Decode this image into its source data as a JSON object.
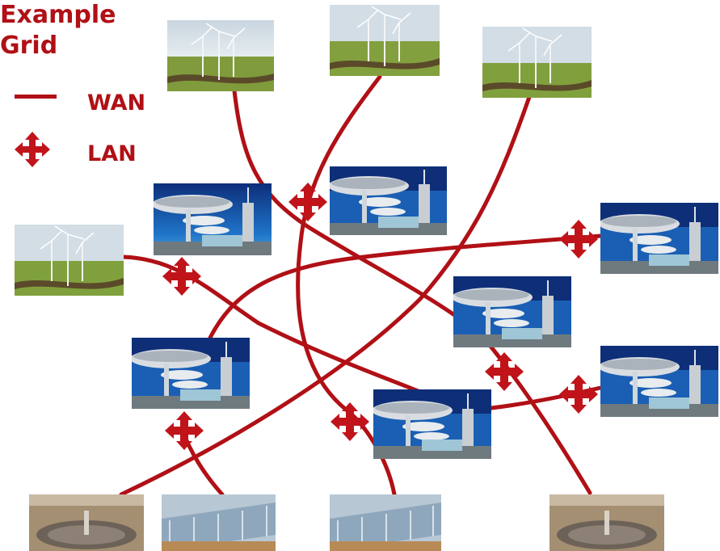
{
  "title": [
    "Example",
    "Grid"
  ],
  "legend": {
    "wan": "WAN",
    "lan": "LAN"
  },
  "colors": {
    "link": "#b01016",
    "lan_marker": "#c0141a"
  },
  "nodes": [
    {
      "id": "wind-1",
      "kind": "wind-farm"
    },
    {
      "id": "wind-2",
      "kind": "wind-farm"
    },
    {
      "id": "wind-3",
      "kind": "wind-farm"
    },
    {
      "id": "wind-4",
      "kind": "wind-farm"
    },
    {
      "id": "building-1",
      "kind": "building"
    },
    {
      "id": "building-2",
      "kind": "building"
    },
    {
      "id": "building-3",
      "kind": "building"
    },
    {
      "id": "building-4",
      "kind": "building"
    },
    {
      "id": "building-5",
      "kind": "building"
    },
    {
      "id": "building-6",
      "kind": "building"
    },
    {
      "id": "building-7",
      "kind": "building"
    },
    {
      "id": "solar-tower-1",
      "kind": "solar-tower"
    },
    {
      "id": "solar-trough-1",
      "kind": "solar-trough"
    },
    {
      "id": "solar-trough-2",
      "kind": "solar-trough"
    },
    {
      "id": "solar-tower-2",
      "kind": "solar-tower"
    }
  ]
}
